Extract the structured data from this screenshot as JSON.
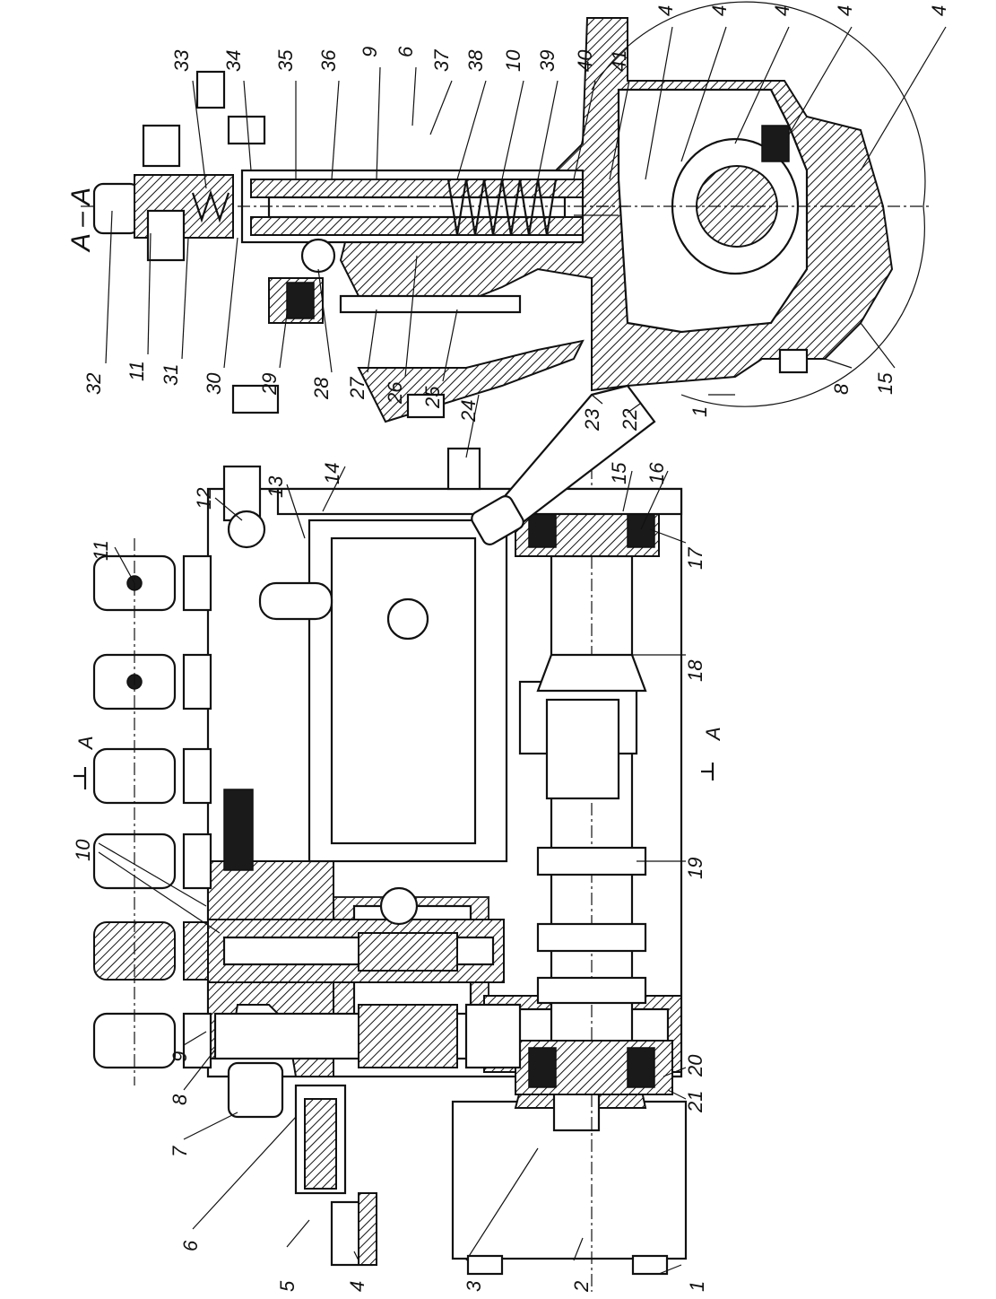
{
  "section_title": "A – A",
  "section_marks": [
    "A",
    "A"
  ],
  "left_view_labels": [
    "1",
    "2",
    "3",
    "4",
    "5",
    "6",
    "7",
    "8",
    "9",
    "10",
    "11",
    "12",
    "13",
    "14",
    "15",
    "16",
    "17",
    "18",
    "19",
    "20",
    "21"
  ],
  "right_view_labels": [
    "32",
    "11",
    "31",
    "30",
    "29",
    "28",
    "27",
    "26",
    "25",
    "24",
    "23",
    "22",
    "1",
    "8",
    "15",
    "33",
    "34",
    "35",
    "36",
    "9",
    "6",
    "37",
    "38",
    "10",
    "39",
    "40",
    "41",
    "4",
    "4",
    "4",
    "4",
    "4"
  ]
}
